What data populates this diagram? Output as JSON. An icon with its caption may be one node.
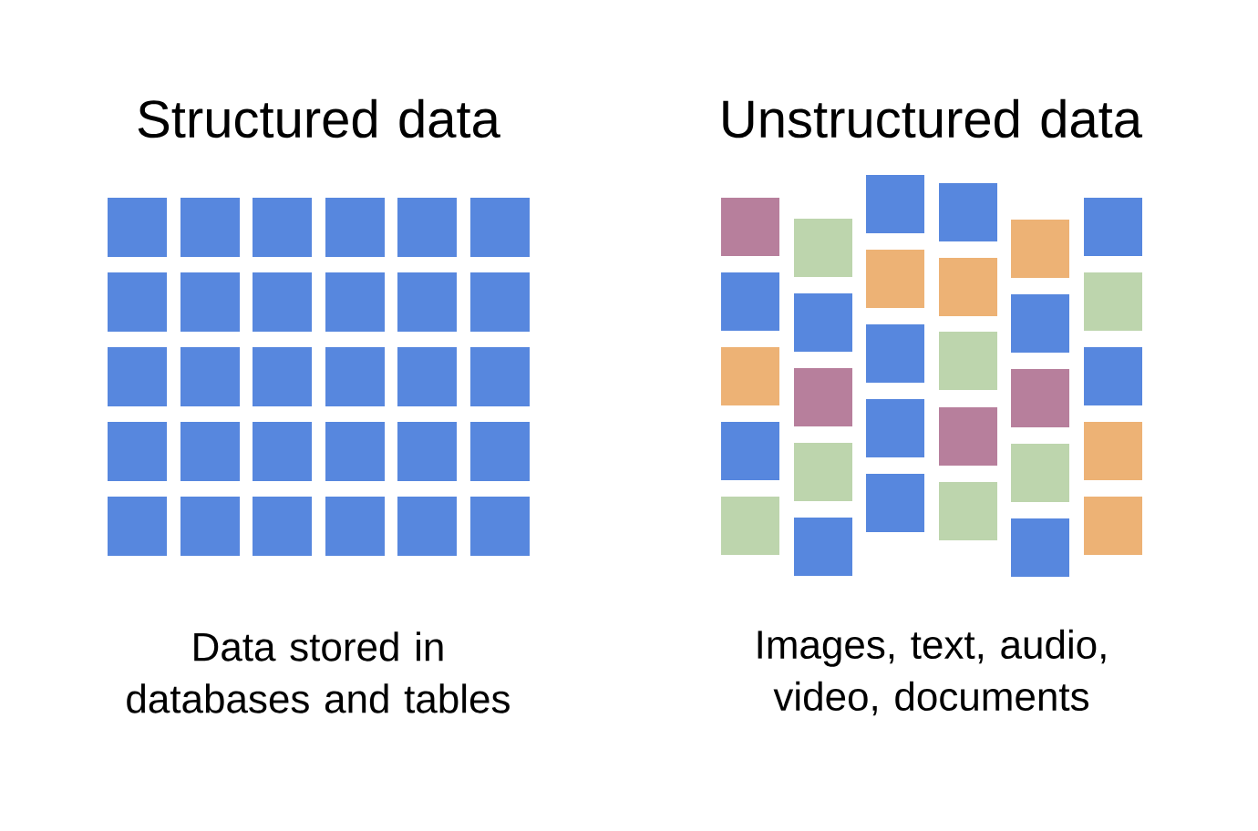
{
  "diagram": {
    "labels": [
      "Structured data",
      "Unstructured data",
      "Data stored in databases and tables",
      "Images, text, audio, video, documents"
    ]
  }
}
